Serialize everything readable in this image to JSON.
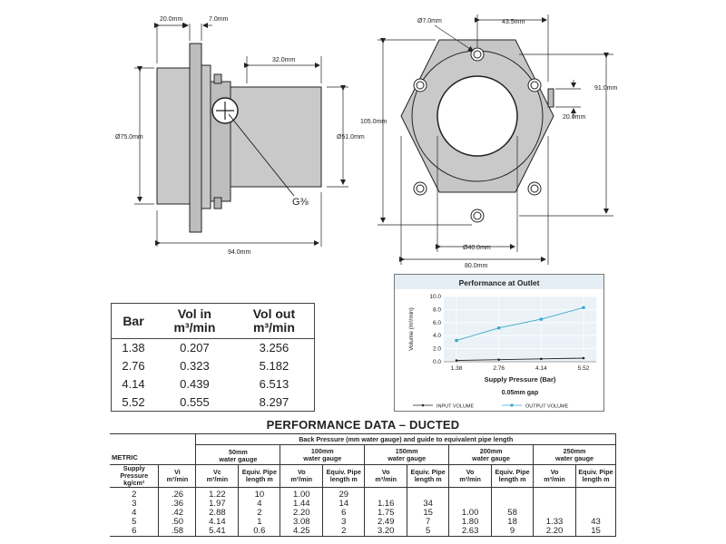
{
  "drawing": {
    "side_view": {
      "dim_flange": "20.0mm",
      "dim_lip": "7.0mm",
      "dim_port": "32.0mm",
      "dim_body_dia": "Ø75.0mm",
      "dim_outlet_dia": "Ø51.0mm",
      "dim_length": "94.0mm",
      "port_label": "G⅜"
    },
    "front_view": {
      "dim_hole": "Ø7.0mm",
      "dim_hole_spacing": "43.5mm",
      "dim_height_outer": "105.0mm",
      "dim_height_inner": "91.0mm",
      "dim_port_offset": "20.0mm",
      "dim_bore": "Ø40.0mm",
      "dim_width": "80.0mm"
    }
  },
  "volume_table": {
    "headers": [
      {
        "main": "Bar",
        "unit": ""
      },
      {
        "main": "Vol in",
        "unit": "m³/min"
      },
      {
        "main": "Vol out",
        "unit": "m³/min"
      }
    ],
    "rows": [
      [
        "1.38",
        "0.207",
        "3.256"
      ],
      [
        "2.76",
        "0.323",
        "5.182"
      ],
      [
        "4.14",
        "0.439",
        "6.513"
      ],
      [
        "5.52",
        "0.555",
        "8.297"
      ]
    ]
  },
  "chart_data": {
    "type": "line",
    "title": "Performance at Outlet",
    "xlabel": "Supply Pressure (Bar)",
    "ylabel": "Volume (m³/min)",
    "subtitle": "0.05mm gap",
    "categories": [
      "1.38",
      "2.76",
      "4.14",
      "5.52"
    ],
    "ylim": [
      0,
      10
    ],
    "yticks": [
      "0.0",
      "2.0",
      "4.0",
      "6.0",
      "8.0",
      "10.0"
    ],
    "grid": true,
    "legend_position": "bottom",
    "series": [
      {
        "name": "INPUT VOLUME",
        "values": [
          0.207,
          0.323,
          0.439,
          0.555
        ],
        "color": "#222222"
      },
      {
        "name": "OUTPUT VOLUME",
        "values": [
          3.256,
          5.182,
          6.513,
          8.297
        ],
        "color": "#3aa7c8"
      }
    ]
  },
  "ducted": {
    "title": "PERFORMANCE DATA – DUCTED",
    "metric": "METRIC",
    "back_pressure": "Back Pressure (mm water gauge) and guide to equivalent pipe length",
    "gauges": [
      {
        "top": "50mm",
        "bottom": "water gauge"
      },
      {
        "top": "100mm",
        "bottom": "water gauge"
      },
      {
        "top": "150mm",
        "bottom": "water gauge"
      },
      {
        "top": "200mm",
        "bottom": "water gauge"
      },
      {
        "top": "250mm",
        "bottom": "water gauge"
      }
    ],
    "col_supply": [
      "Supply Pressure",
      "kg/cm²"
    ],
    "col_vi": [
      "Vi",
      "m³/min"
    ],
    "col_vc": [
      "Vc",
      "m³/min"
    ],
    "col_vo": [
      "Vo",
      "m³/min"
    ],
    "col_equiv": [
      "Equiv. Pipe",
      "length m"
    ],
    "rows": [
      [
        "2",
        ".26",
        "1.22",
        "10",
        "1.00",
        "29",
        "",
        "",
        "",
        "",
        "",
        ""
      ],
      [
        "3",
        ".36",
        "1.97",
        "4",
        "1.44",
        "14",
        "1.16",
        "34",
        "",
        "",
        "",
        ""
      ],
      [
        "4",
        ".42",
        "2.88",
        "2",
        "2.20",
        "6",
        "1.75",
        "15",
        "1.00",
        "58",
        "",
        ""
      ],
      [
        "5",
        ".50",
        "4.14",
        "1",
        "3.08",
        "3",
        "2.49",
        "7",
        "1.80",
        "18",
        "1.33",
        "43"
      ],
      [
        "6",
        ".58",
        "5.41",
        "0.6",
        "4.25",
        "2",
        "3.20",
        "5",
        "2.63",
        "9",
        "2.20",
        "15"
      ]
    ]
  }
}
